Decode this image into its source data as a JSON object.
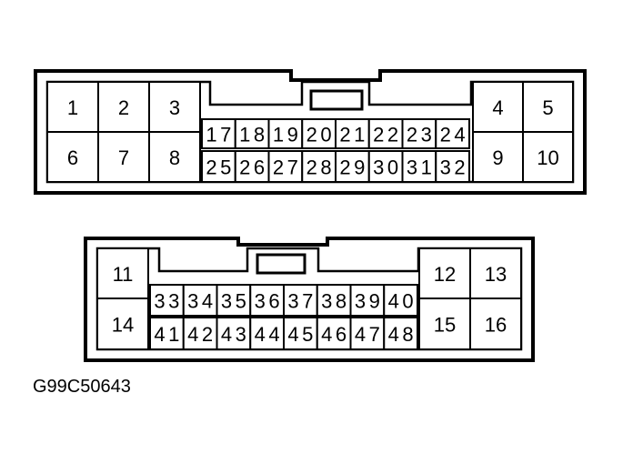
{
  "connectors": [
    {
      "id": "upper",
      "pins": [
        {
          "n": "1"
        },
        {
          "n": "2"
        },
        {
          "n": "3"
        },
        {
          "n": "6"
        },
        {
          "n": "7"
        },
        {
          "n": "8"
        },
        {
          "n": "4"
        },
        {
          "n": "5"
        },
        {
          "n": "9"
        },
        {
          "n": "10"
        },
        {
          "n": "17"
        },
        {
          "n": "18"
        },
        {
          "n": "19"
        },
        {
          "n": "20"
        },
        {
          "n": "21"
        },
        {
          "n": "22"
        },
        {
          "n": "23"
        },
        {
          "n": "24"
        },
        {
          "n": "25"
        },
        {
          "n": "26"
        },
        {
          "n": "27"
        },
        {
          "n": "28"
        },
        {
          "n": "29"
        },
        {
          "n": "30"
        },
        {
          "n": "31"
        },
        {
          "n": "32"
        }
      ]
    },
    {
      "id": "lower",
      "pins": [
        {
          "n": "11"
        },
        {
          "n": "14"
        },
        {
          "n": "12"
        },
        {
          "n": "13"
        },
        {
          "n": "15"
        },
        {
          "n": "16"
        },
        {
          "n": "33"
        },
        {
          "n": "34"
        },
        {
          "n": "35"
        },
        {
          "n": "36"
        },
        {
          "n": "37"
        },
        {
          "n": "38"
        },
        {
          "n": "39"
        },
        {
          "n": "40"
        },
        {
          "n": "41"
        },
        {
          "n": "42"
        },
        {
          "n": "43"
        },
        {
          "n": "44"
        },
        {
          "n": "45"
        },
        {
          "n": "46"
        },
        {
          "n": "47"
        },
        {
          "n": "48"
        }
      ]
    }
  ],
  "caption": "G99C50643"
}
